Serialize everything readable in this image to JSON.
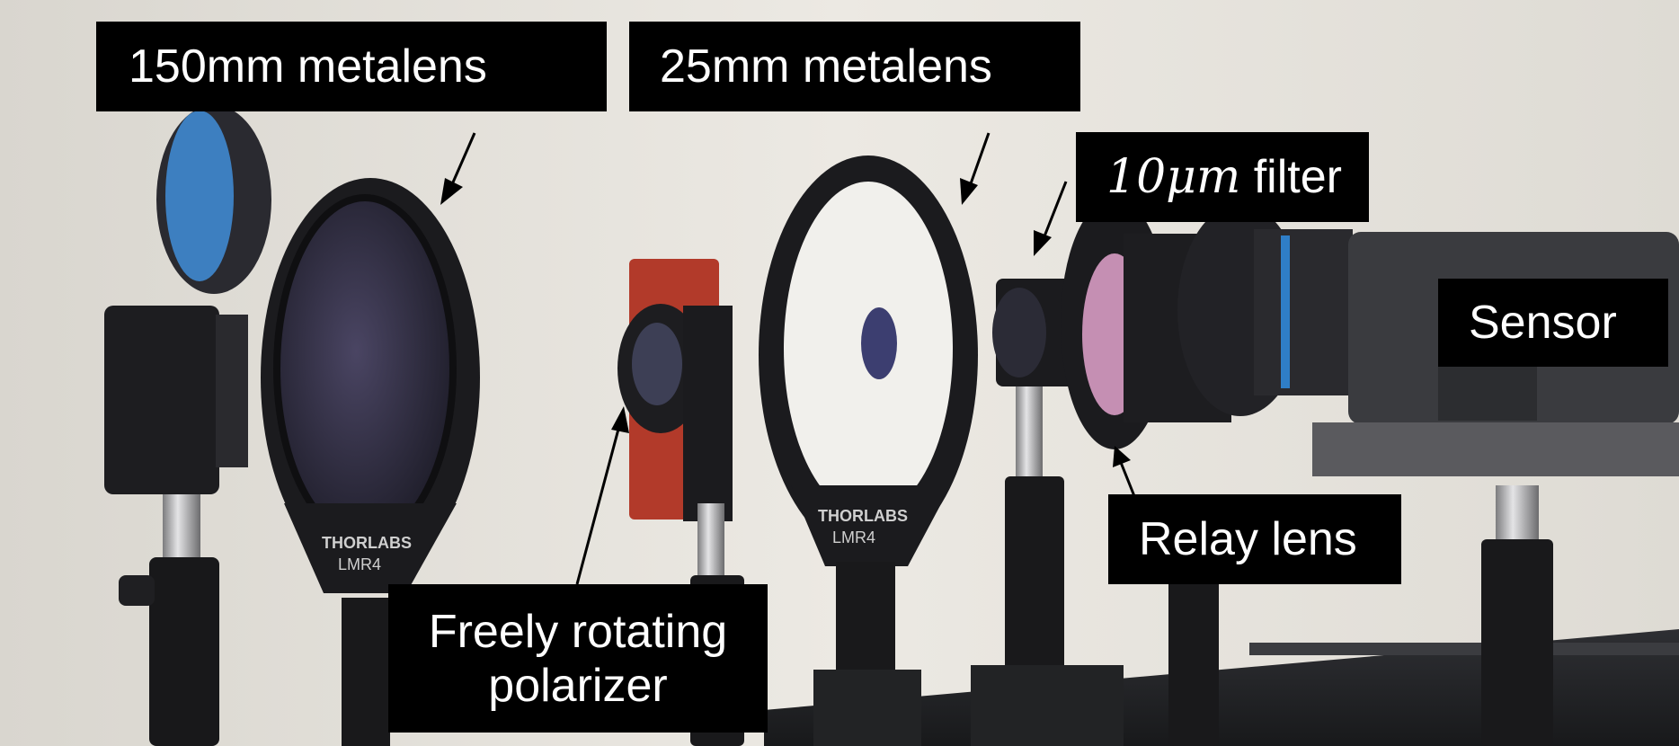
{
  "labels": {
    "metalens_150": "150mm metalens",
    "metalens_25": "25mm metalens",
    "filter_value": "10μm",
    "filter_word": "filter",
    "sensor": "Sensor",
    "relay_lens": "Relay lens",
    "polarizer_line1": "Freely rotating",
    "polarizer_line2": "polarizer"
  },
  "mount_engravings": {
    "brand": "THORLABS",
    "model": "LMR4"
  },
  "colors": {
    "background_wall": "#e9e6df",
    "label_box": "#000000",
    "label_text": "#ffffff",
    "optics_black": "#1a1a1c",
    "board_red": "#b23a2a",
    "sensor_gray": "#3a3b3f"
  }
}
